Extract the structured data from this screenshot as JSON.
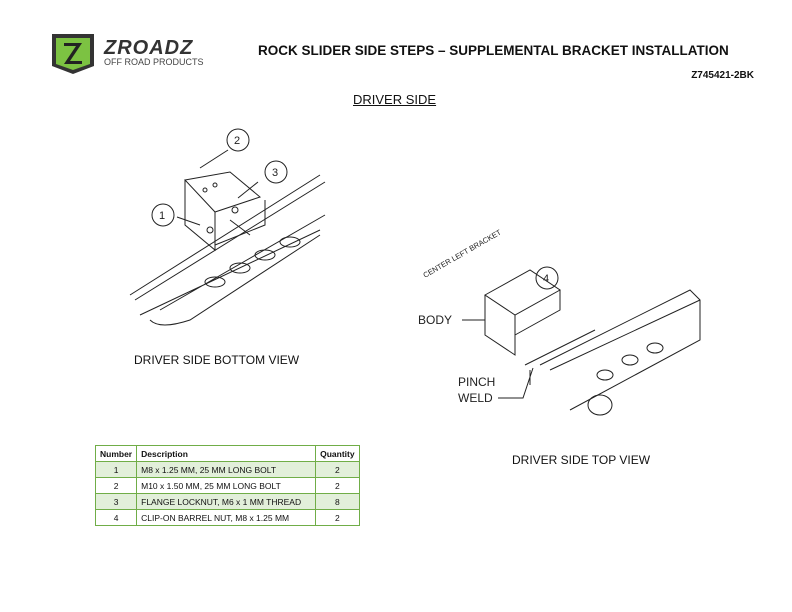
{
  "header": {
    "brand": "ZROADZ",
    "brand_sub": "OFF ROAD PRODUCTS",
    "title": "ROCK SLIDER SIDE STEPS – SUPPLEMENTAL BRACKET INSTALLATION",
    "part_number": "Z745421-2BK"
  },
  "section_heading": "DRIVER SIDE",
  "views": {
    "bottom_caption": "DRIVER SIDE BOTTOM VIEW",
    "top_caption": "DRIVER SIDE TOP VIEW"
  },
  "callouts": {
    "c1": "1",
    "c2": "2",
    "c3": "3",
    "c4": "4",
    "bracket_label": "CENTER LEFT BRACKET",
    "body_label": "BODY",
    "pinch_label_1": "PINCH",
    "pinch_label_2": "WELD"
  },
  "parts_table": {
    "headers": [
      "Number",
      "Description",
      "Quantity"
    ],
    "rows": [
      [
        "1",
        "M8 x 1.25 MM, 25 MM LONG BOLT",
        "2"
      ],
      [
        "2",
        "M10 x 1.50 MM, 25 MM LONG BOLT",
        "2"
      ],
      [
        "3",
        "FLANGE LOCKNUT, M6 x 1 MM THREAD",
        "8"
      ],
      [
        "4",
        "CLIP-ON BARREL NUT, M8 x 1.25 MM",
        "2"
      ]
    ]
  },
  "colors": {
    "logo_green": "#7cc242",
    "table_border": "#70ad47",
    "row_shade": "#e2efda"
  }
}
